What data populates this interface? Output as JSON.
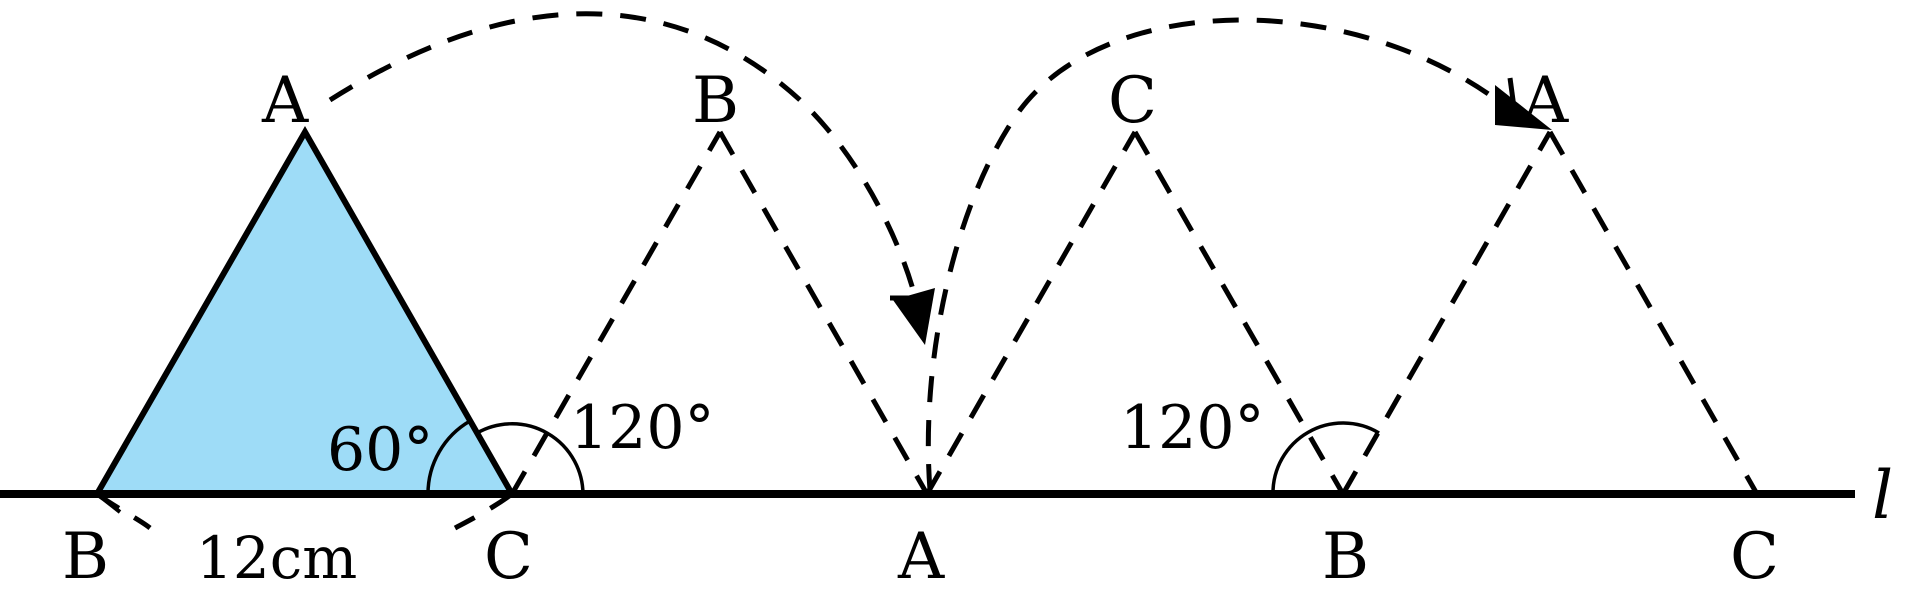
{
  "diagram": {
    "line_label": "l",
    "angle_60": "60°",
    "angle_120_first": "120°",
    "angle_120_second": "120°",
    "side_length": "12cm",
    "triangle_fill": "#9edcf7",
    "stroke_color": "#000000",
    "vertices": {
      "initial": {
        "top": "A",
        "left": "B",
        "right": "C"
      },
      "step1_top": "B",
      "step1_bottom": "A",
      "step2_top": "C",
      "step2_bottom": "B",
      "final_top": "A",
      "final_bottom": "C"
    }
  }
}
